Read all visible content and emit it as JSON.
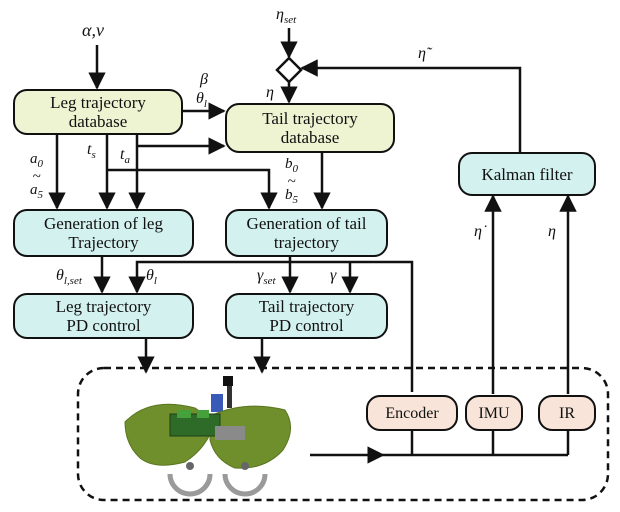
{
  "boxes": {
    "leg_db": "Leg trajectory\ndatabase",
    "tail_db": "Tail trajectory\ndatabase",
    "gen_leg": "Generation of leg\nTrajectory",
    "gen_tail": "Generation of tail\ntrajectory",
    "leg_pd": "Leg trajectory\nPD control",
    "tail_pd": "Tail trajectory\nPD control",
    "kalman": "Kalman filter",
    "encoder": "Encoder",
    "imu": "IMU",
    "ir": "IR"
  },
  "labels": {
    "alpha_v": "α,v",
    "eta_set": "ηset",
    "eta": "η",
    "eta_tilde": "η̃",
    "beta": "β",
    "theta_l_top": "θl",
    "t_s": "ts",
    "t_a": "ta",
    "a0": "a0",
    "tilde_a": "~",
    "a5": "a5",
    "b0": "b0",
    "tilde_b": "~",
    "b5": "b5",
    "theta_lset": "θl,set",
    "theta_l": "θl",
    "gamma_set": "γset",
    "gamma": "γ",
    "eta_dot": "η̇",
    "eta_ir": "η"
  },
  "colors": {
    "database_fill": "#eef3d2",
    "block_fill": "#d3f1ef",
    "sensor_fill": "#f8e4d8",
    "line": "#111111"
  }
}
